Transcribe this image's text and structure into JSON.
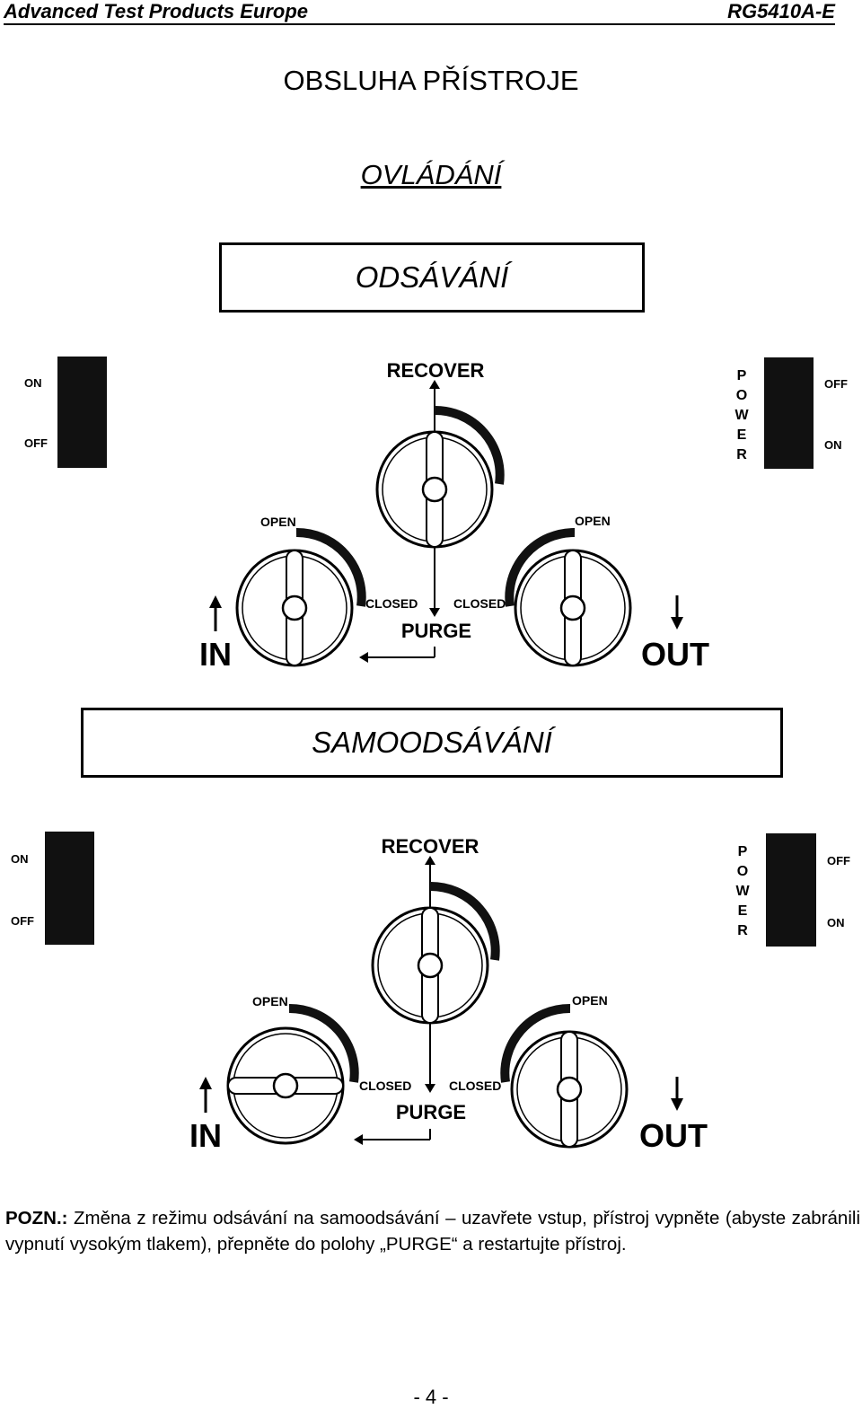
{
  "header": {
    "left": "Advanced Test Products Europe",
    "right": "RG5410A-E"
  },
  "title": "OBSLUHA  PŘÍSTROJE",
  "subtitle": "OVLÁDÁNÍ",
  "sections": [
    {
      "heading": "ODSÁVÁNÍ",
      "panel": {
        "recover": "RECOVER",
        "purge": "PURGE",
        "open_left": "OPEN",
        "open_right": "OPEN",
        "closed_left": "CLOSED",
        "closed_right": "CLOSED",
        "in": "IN",
        "out": "OUT",
        "sw_on": "ON",
        "sw_off": "OFF",
        "power_off": "OFF",
        "power_on": "ON",
        "power_letters": [
          "P",
          "O",
          "W",
          "E",
          "R"
        ]
      }
    },
    {
      "heading": "SAMOODSÁVÁNÍ",
      "panel": {
        "recover": "RECOVER",
        "purge": "PURGE",
        "open_left": "OPEN",
        "open_right": "OPEN",
        "closed_left": "CLOSED",
        "closed_right": "CLOSED",
        "in": "IN",
        "out": "OUT",
        "sw_on": "ON",
        "sw_off": "OFF",
        "power_off": "OFF",
        "power_on": "ON",
        "power_letters": [
          "P",
          "O",
          "W",
          "E",
          "R"
        ]
      }
    }
  ],
  "note": {
    "label": "POZN.:",
    "text": " Změna z režimu odsávání na samoodsávání – uzavřete vstup, přístroj vypněte (abyste zabránili vypnutí vysokým tlakem), přepněte do polohy „PURGE“ a restartujte přístroj."
  },
  "footer": {
    "page": "- 4 -"
  }
}
